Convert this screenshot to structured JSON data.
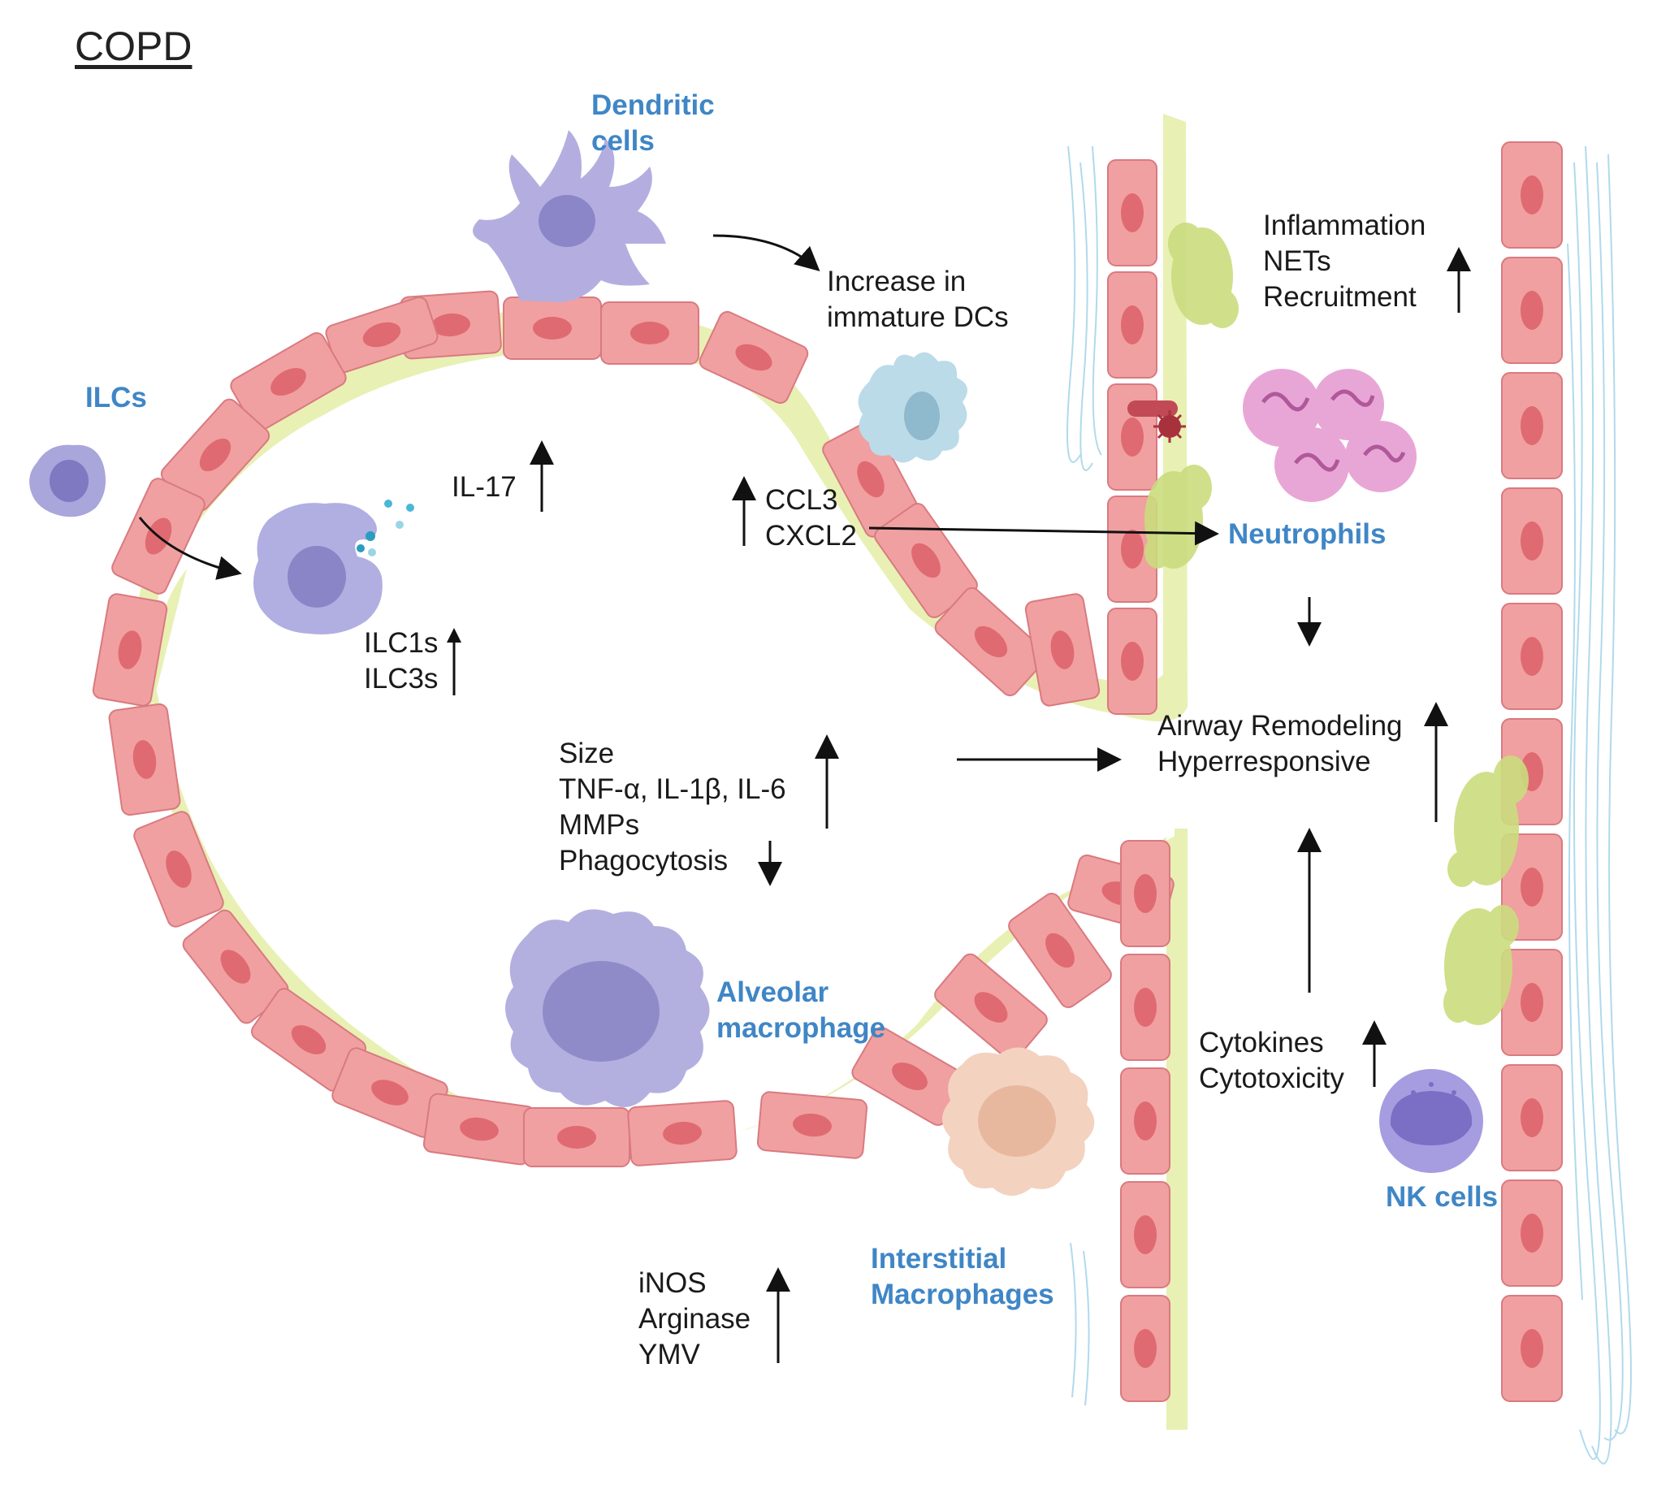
{
  "title": "COPD",
  "cell_labels": {
    "dendritic_cells": [
      "Dendritic",
      "cells"
    ],
    "ilcs": "ILCs",
    "neutrophils": "Neutrophils",
    "alveolar_macrophage": [
      "Alveolar",
      "macrophage"
    ],
    "interstitial_macrophages": [
      "Interstitial",
      "Macrophages"
    ],
    "nk_cells": "NK cells"
  },
  "effects": {
    "immature_dcs": [
      "Increase in",
      "immature DCs"
    ],
    "il17": "IL-17",
    "chemokines": [
      "CCL3",
      "CXCL2"
    ],
    "ilc_subsets": [
      "ILC1s",
      "ILC3s"
    ],
    "macrophage_changes": [
      "Size",
      "TNF-α, IL-1β, IL-6",
      "MMPs"
    ],
    "phagocytosis": "Phagocytosis",
    "neutrophil_effects": [
      "Inflammation",
      "NETs",
      "Recruitment"
    ],
    "airway": [
      "Airway Remodeling",
      "Hyperresponsive"
    ],
    "nk_effects": [
      "Cytokines",
      "Cytotoxicity"
    ],
    "interstitial_effects": [
      "iNOS",
      "Arginase",
      "YMV"
    ]
  },
  "colors": {
    "cell_label": "#3f86c6",
    "epithelium": "#f0a0a0",
    "nucleus": "#e06a72",
    "basement": "#e8f0b4",
    "dendritic": "#b4aee0",
    "ilc": "#a9a6dc",
    "neutrophil": "#e8a6d6",
    "macrophage": "#b3b0e0",
    "interstitial": "#f3d2c0",
    "nk": "#a69ce0",
    "mucus": "#cbdc7e",
    "fiber": "#8fcbe4"
  }
}
